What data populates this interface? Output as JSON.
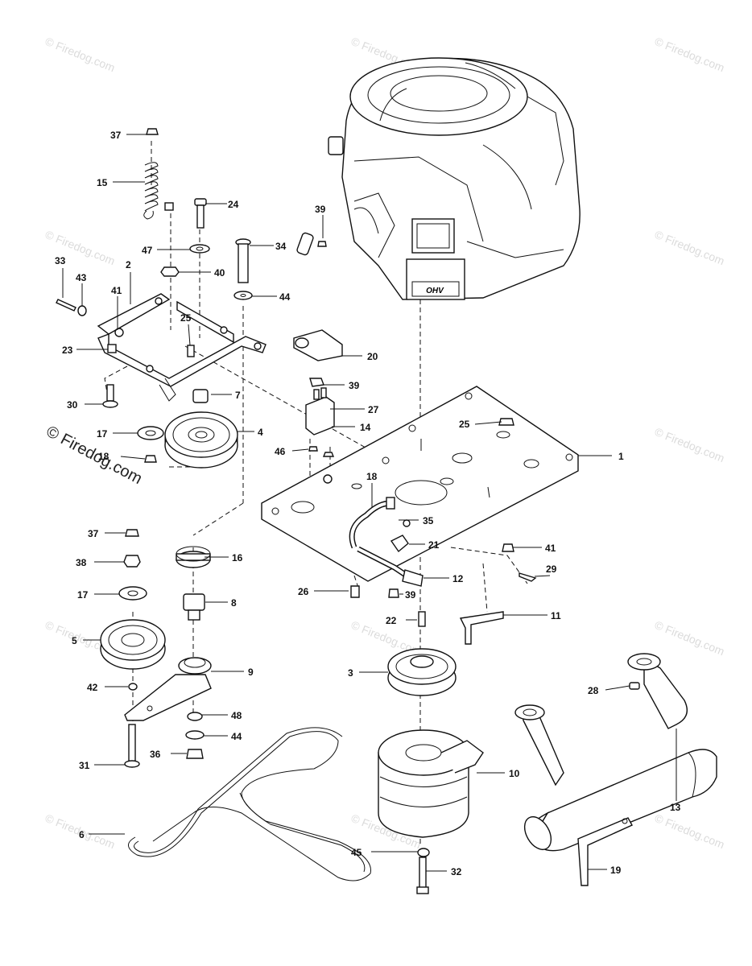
{
  "watermark": "© Firedog.com",
  "callouts": {
    "c1": "1",
    "c2": "2",
    "c3": "3",
    "c4": "4",
    "c5": "5",
    "c6": "6",
    "c7": "7",
    "c8": "8",
    "c9": "9",
    "c10": "10",
    "c11": "11",
    "c12": "12",
    "c13": "13",
    "c14": "14",
    "c15": "15",
    "c16": "16",
    "c17": "17",
    "c18": "18",
    "c19": "19",
    "c20": "20",
    "c21": "21",
    "c22": "22",
    "c23": "23",
    "c24": "24",
    "c25": "25",
    "c26": "26",
    "c27": "27",
    "c28": "28",
    "c29": "29",
    "c30": "30",
    "c31": "31",
    "c32": "32",
    "c33": "33",
    "c34": "34",
    "c35": "35",
    "c36": "36",
    "c37": "37",
    "c38": "38",
    "c39": "39",
    "c40": "40",
    "c41": "41",
    "c42": "42",
    "c43": "43",
    "c44": "44",
    "c45": "45",
    "c46": "46",
    "c47": "47",
    "c48": "48"
  },
  "engine_badge": "OHV"
}
